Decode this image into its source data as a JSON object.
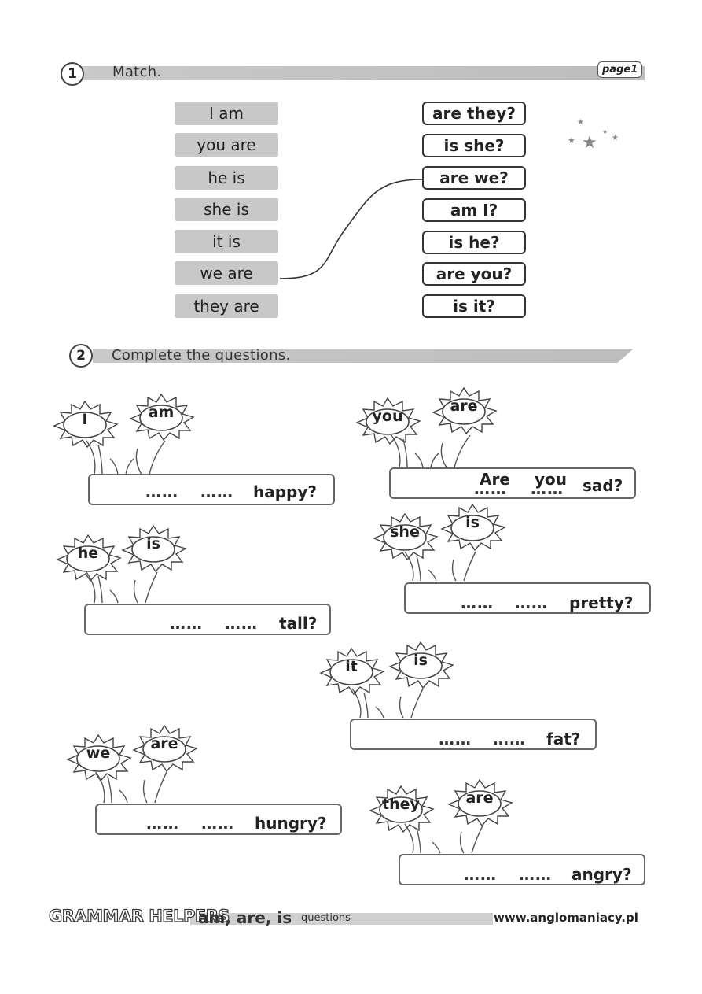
{
  "page": {
    "badge": "page1"
  },
  "section1": {
    "number": "1",
    "title": "Match.",
    "left_items": [
      "I am",
      "you are",
      "he is",
      "she is",
      "it is",
      "we are",
      "they are"
    ],
    "right_items": [
      "are they?",
      "is she?",
      "are we?",
      "am I?",
      "is he?",
      "are you?",
      "is it?"
    ]
  },
  "section2": {
    "number": "2",
    "title": "Complete the questions.",
    "questions": [
      {
        "flower1": "I",
        "flower2": "am",
        "blank1": "……",
        "blank2": "……",
        "ending": "happy?"
      },
      {
        "flower1": "you",
        "flower2": "are",
        "blank1": "……",
        "blank2": "……",
        "ending": "sad?",
        "answer1": "Are",
        "answer2": "you"
      },
      {
        "flower1": "he",
        "flower2": "is",
        "blank1": "……",
        "blank2": "……",
        "ending": "tall?"
      },
      {
        "flower1": "she",
        "flower2": "is",
        "blank1": "……",
        "blank2": "……",
        "ending": "pretty?"
      },
      {
        "flower1": "it",
        "flower2": "is",
        "blank1": "……",
        "blank2": "……",
        "ending": "fat?"
      },
      {
        "flower1": "we",
        "flower2": "are",
        "blank1": "……",
        "blank2": "……",
        "ending": "hungry?"
      },
      {
        "flower1": "they",
        "flower2": "are",
        "blank1": "……",
        "blank2": "……",
        "ending": "angry?"
      }
    ]
  },
  "footer": {
    "brand": "GRAMMAR HELPERS",
    "topic": "am, are, is",
    "subtopic": "questions",
    "url": "www.anglomaniacy.pl"
  }
}
